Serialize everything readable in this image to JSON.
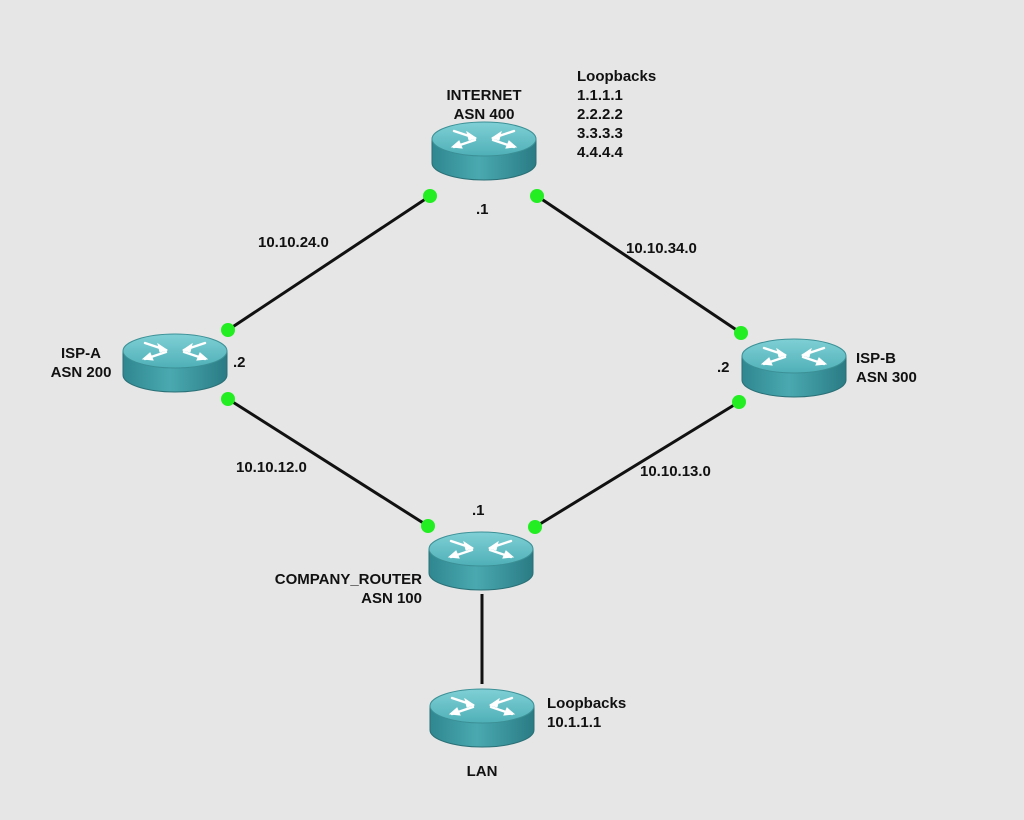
{
  "diagram": {
    "colors": {
      "background": "#e6e6e6",
      "link": "#111111",
      "port_up": "#22ee22",
      "router_body": "#3f9ea6",
      "router_top": "#5cbac1"
    },
    "routers": {
      "internet": {
        "name": "INTERNET",
        "asn": "ASN 400",
        "icon": "router-icon"
      },
      "isp_a": {
        "name": "ISP-A",
        "asn": "ASN 200",
        "icon": "router-icon"
      },
      "isp_b": {
        "name": "ISP-B",
        "asn": "ASN 300",
        "icon": "router-icon"
      },
      "company": {
        "name": "COMPANY_ROUTER",
        "asn": "ASN 100",
        "icon": "router-icon"
      },
      "lan": {
        "name": "LAN",
        "icon": "router-icon"
      }
    },
    "links": {
      "internet_isp_a": "10.10.24.0",
      "internet_isp_b": "10.10.34.0",
      "isp_a_company": "10.10.12.0",
      "isp_b_company": "10.10.13.0"
    },
    "interfaces": {
      "internet": ".1",
      "isp_a": ".2",
      "isp_b": ".2",
      "company": ".1"
    },
    "loopbacks": {
      "internet": {
        "title": "Loopbacks",
        "addresses": [
          "1.1.1.1",
          "2.2.2.2",
          "3.3.3.3",
          "4.4.4.4"
        ]
      },
      "lan": {
        "title": "Loopbacks",
        "addresses": [
          "10.1.1.1"
        ]
      }
    }
  }
}
